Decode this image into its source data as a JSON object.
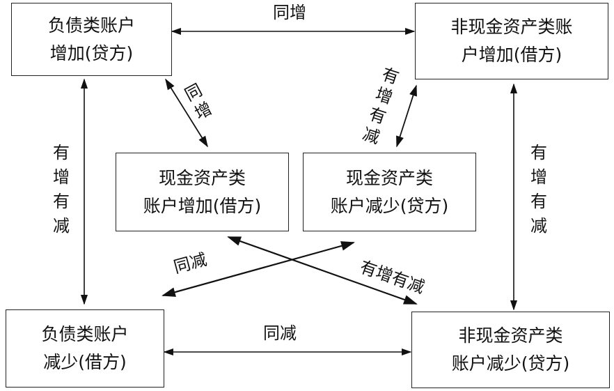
{
  "boxes": {
    "liab_inc": [
      "负债类账户",
      "增加(贷方)"
    ],
    "noncash_inc": [
      "非现金资产类账",
      "户增加(借方)"
    ],
    "cash_inc": [
      "现金资产类",
      "账户增加(借方)"
    ],
    "cash_dec": [
      "现金资产类",
      "账户减少(贷方)"
    ],
    "liab_dec": [
      "负债类账户",
      "减少(借方)"
    ],
    "noncash_dec": [
      "非现金资产类",
      "账户减少(贷方)"
    ]
  },
  "labels": {
    "top": "同增",
    "bottom": "同减",
    "left_vertical": [
      "有",
      "增",
      "有",
      "减"
    ],
    "right_vertical": [
      "有",
      "增",
      "有",
      "减"
    ],
    "diag_upper_left": [
      "同",
      "增"
    ],
    "diag_upper_right": [
      "有",
      "增",
      "有",
      "减"
    ],
    "cross_left": "同减",
    "cross_right": "有增有减"
  }
}
